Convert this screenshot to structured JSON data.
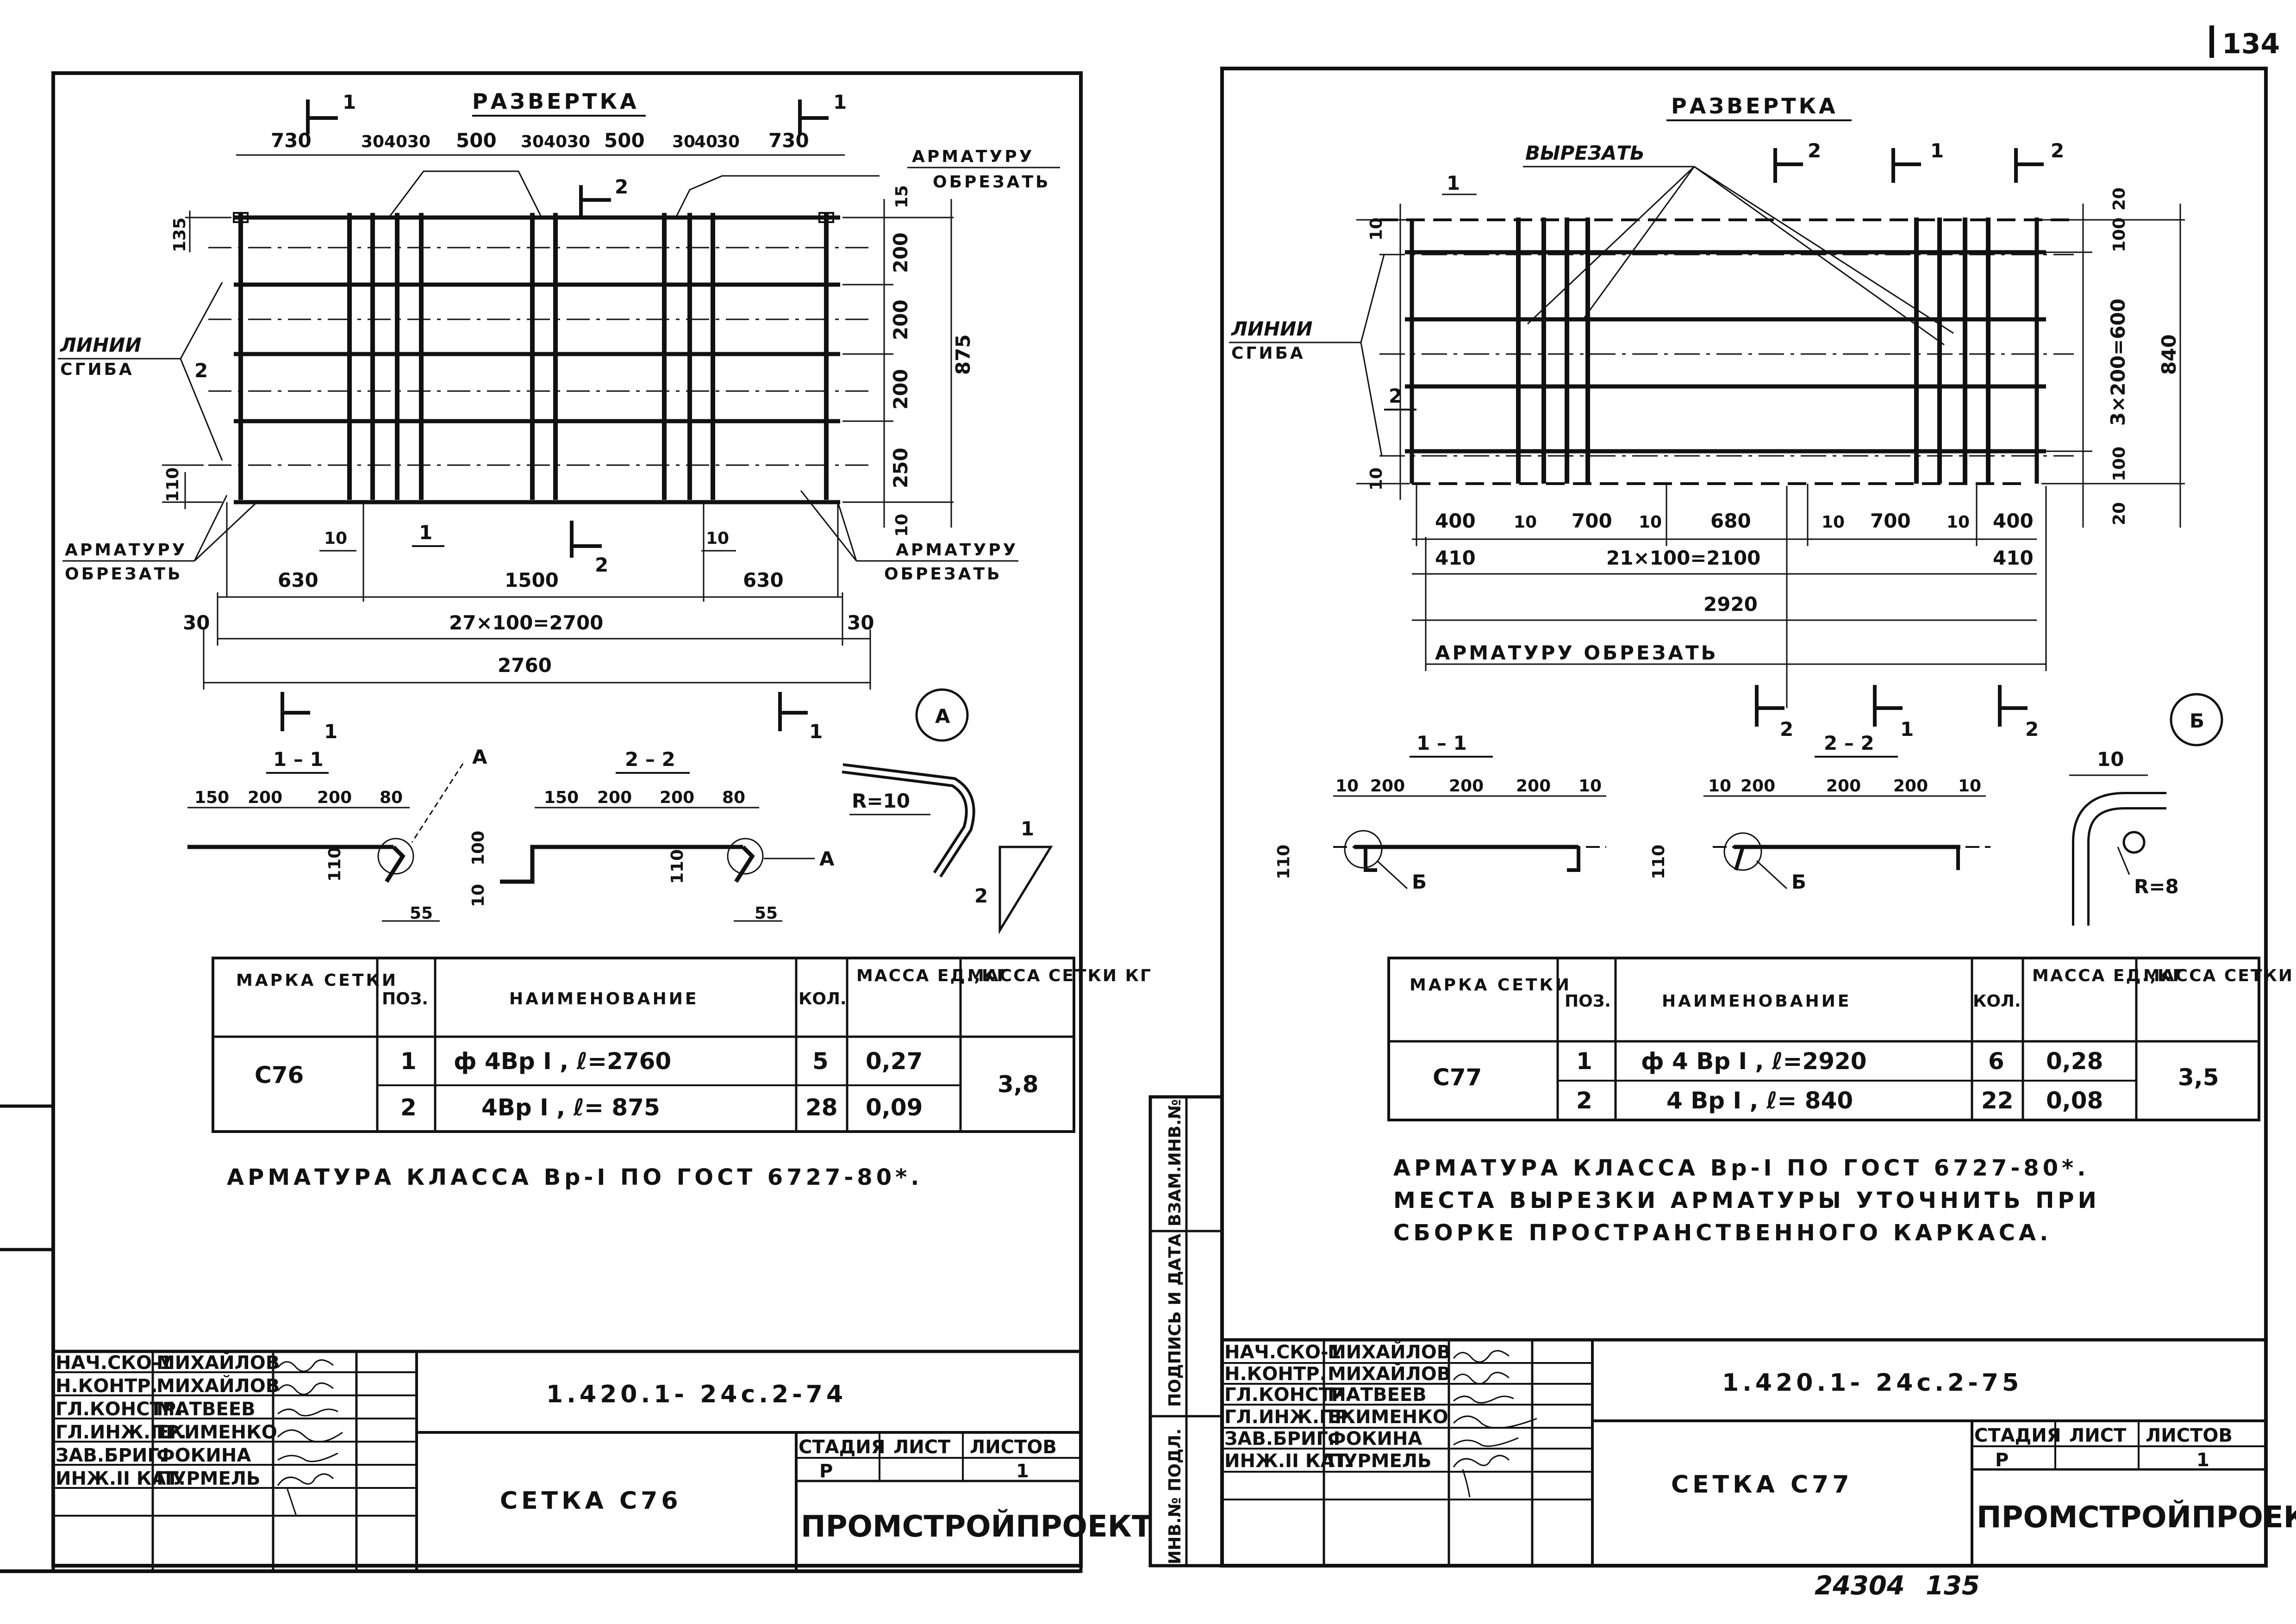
{
  "page_number": "134",
  "footer": {
    "inv": "24304",
    "page": "135"
  },
  "left": {
    "title": "РАЗВЕРТКА",
    "section_marks": {
      "s1": "1",
      "s2": "2"
    },
    "labels": {
      "cut_top": [
        "АРМАТУРУ",
        "ОБРЕЗАТЬ"
      ],
      "cut_left": [
        "АРМАТУРУ",
        "ОБРЕЗАТЬ"
      ],
      "cut_right": [
        "АРМАТУРУ",
        "ОБРЕЗАТЬ"
      ],
      "bend": [
        "ЛИНИИ",
        "СГИБА"
      ],
      "pos2": "2",
      "pos1": "1"
    },
    "top_dims": [
      "730",
      "30",
      "40",
      "30",
      "500",
      "30",
      "40",
      "30",
      "500",
      "30",
      "40",
      "30",
      "730"
    ],
    "right_dims": [
      "15",
      "200",
      "200",
      "200",
      "250",
      "10"
    ],
    "total_height": "875",
    "left_dims": [
      "135",
      "110"
    ],
    "bottom_dims": {
      "d10a": "10",
      "d10b": "10",
      "d630a": "630",
      "d1500": "1500",
      "d630b": "630",
      "d30a": "30",
      "d2700": "27×100=2700",
      "d30b": "30",
      "d2760": "2760"
    },
    "view_label": "А",
    "sections": {
      "s11": {
        "title": "1 – 1",
        "dims": [
          "150",
          "200",
          "200",
          "80"
        ],
        "h": "110",
        "off": "55",
        "callout": "А"
      },
      "s22": {
        "title": "2 – 2",
        "dims": [
          "150",
          "200",
          "200",
          "80"
        ],
        "h": [
          "10",
          "100"
        ],
        "h2": "110",
        "off": "55",
        "callout": "А"
      }
    },
    "detail": {
      "radius": "R=10",
      "n1": "1",
      "n2": "2"
    },
    "table": {
      "headers": [
        "МАРКА СЕТКИ",
        "ПОЗ.",
        "НАИМЕНОВАНИЕ",
        "КОЛ.",
        "МАССА ЕД.,КГ",
        "МАССА СЕТКИ КГ"
      ],
      "mark": "С76",
      "rows": [
        {
          "pos": "1",
          "name": "ф 4Вр I , ℓ=2760",
          "qty": "5",
          "mass": "0,27"
        },
        {
          "pos": "2",
          "name": "4Вр I , ℓ= 875",
          "qty": "28",
          "mass": "0,09"
        }
      ],
      "total": "3,8"
    },
    "note": "АРМАТУРА КЛАССА Вр-I ПО ГОСТ 6727-80*.",
    "title_block": {
      "roles": [
        "НАЧ.СКО-1",
        "Н.КОНТР.",
        "ГЛ.КОНСТР.",
        "ГЛ.ИНЖ.ПР.",
        "ЗАВ.БРИГ.",
        "ИНЖ.II КАТ."
      ],
      "names": [
        "МИХАЙЛОВ",
        "МИХАЙЛОВ",
        "МАТВЕЕВ",
        "ЕКИМЕНКО",
        "ФОКИНА",
        "ПУРМЕЛЬ"
      ],
      "code": "1.420.1- 24с.2-74",
      "sheet_name": "СЕТКА С76",
      "stage_h": "СТАДИЯ",
      "sheet_h": "ЛИСТ",
      "sheets_h": "ЛИСТОВ",
      "stage": "Р",
      "sheets": "1",
      "firm": "ПРОМСТРОЙПРОЕКТ"
    }
  },
  "right": {
    "title": "РАЗВЕРТКА",
    "labels": {
      "cut_out": "ВЫРЕЗАТЬ",
      "bend": [
        "ЛИНИИ",
        "СГИБА"
      ],
      "pos1": "1",
      "pos2": "2",
      "cut_bottom": "АРМАТУРУ ОБРЕЗАТЬ"
    },
    "section_marks": {
      "s1": "1",
      "s2": "2"
    },
    "left_dims": [
      "10",
      "10"
    ],
    "right_dims": [
      "20",
      "100",
      "3×200=600",
      "100",
      "20"
    ],
    "total_height": "840",
    "bottom_dims": [
      "400",
      "10",
      "700",
      "10",
      "680",
      "10",
      "700",
      "10",
      "400"
    ],
    "dims2": {
      "a": "410",
      "b": "21×100=2100",
      "c": "410",
      "total": "2920"
    },
    "view_label": "Б",
    "sections": {
      "s11": {
        "title": "1 – 1",
        "dims": [
          "10",
          "200",
          "200",
          "200",
          "10"
        ],
        "h": "110",
        "callout": "Б"
      },
      "s22": {
        "title": "2 – 2",
        "dims": [
          "10",
          "200",
          "200",
          "200",
          "10"
        ],
        "h": "110",
        "callout": "Б"
      }
    },
    "detail": {
      "dim": "10",
      "radius": "R=8"
    },
    "table": {
      "headers": [
        "МАРКА СЕТКИ",
        "ПОЗ.",
        "НАИМЕНОВАНИЕ",
        "КОЛ.",
        "МАССА ЕД.,КГ",
        "МАССА СЕТКИ КГ"
      ],
      "mark": "С77",
      "rows": [
        {
          "pos": "1",
          "name": "ф 4 Вр I , ℓ=2920",
          "qty": "6",
          "mass": "0,28"
        },
        {
          "pos": "2",
          "name": "4 Вр I , ℓ= 840",
          "qty": "22",
          "mass": "0,08"
        }
      ],
      "total": "3,5"
    },
    "notes": [
      "АРМАТУРА КЛАССА Вр-I ПО ГОСТ 6727-80*.",
      "МЕСТА ВЫРЕЗКИ АРМАТУРЫ УТОЧНИТЬ ПРИ",
      "СБОРКЕ ПРОСТРАНСТВЕННОГО КАРКАСА."
    ],
    "side_stamp": [
      "ИНВ.№ ПОДЛ.",
      "ПОДПИСЬ И ДАТА",
      "ВЗАМ.ИНВ.№"
    ],
    "title_block": {
      "roles": [
        "НАЧ.СКО-1",
        "Н.КОНТР.",
        "ГЛ.КОНСТР.",
        "ГЛ.ИНЖ.ПР.",
        "ЗАВ.БРИГ.",
        "ИНЖ.II КАТ."
      ],
      "names": [
        "МИХАЙЛОВ",
        "МИХАЙЛОВ",
        "МАТВЕЕВ",
        "ЕКИМЕНКО",
        "ФОКИНА",
        "ПУРМЕЛЬ"
      ],
      "code": "1.420.1- 24с.2-75",
      "sheet_name": "СЕТКА С77",
      "stage_h": "СТАДИЯ",
      "sheet_h": "ЛИСТ",
      "sheets_h": "ЛИСТОВ",
      "stage": "Р",
      "sheets": "1",
      "firm": "ПРОМСТРОЙПРОЕКТ"
    }
  }
}
